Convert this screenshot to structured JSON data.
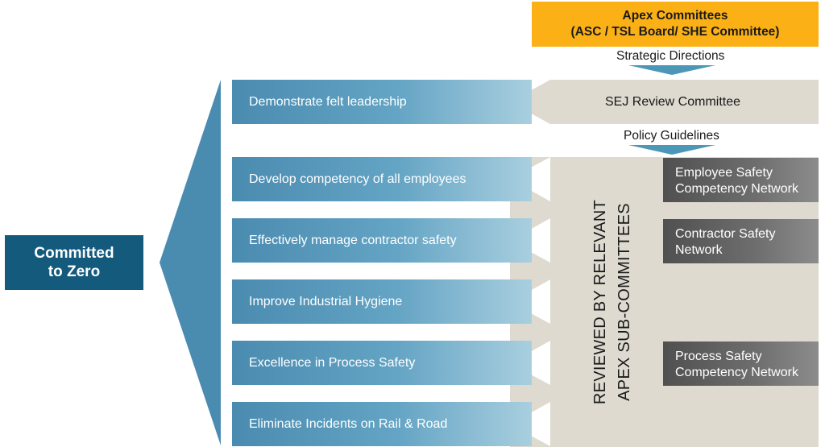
{
  "apex": {
    "title_line1": "Apex Committees",
    "title_line2": "(ASC / TSL Board/ SHE Committee)"
  },
  "flow": {
    "strategic_directions": "Strategic Directions",
    "sej_review_committee": "SEJ Review Committee",
    "policy_guidelines": "Policy Guidelines"
  },
  "hub": {
    "line1": "Committed",
    "line2": "to Zero"
  },
  "goals": [
    "Demonstrate felt leadership",
    "Develop competency of all employees",
    "Effectively manage contractor safety",
    "Improve Industrial Hygiene",
    "Excellence in Process Safety",
    "Eliminate Incidents on Rail & Road"
  ],
  "review": {
    "line1": "REVIEWED BY RELEVANT",
    "line2": "APEX SUB-COMMITTEES"
  },
  "networks": [
    {
      "line1": "Employee Safety",
      "line2": "Competency Network"
    },
    {
      "line1": "Contractor Safety",
      "line2": "Network"
    },
    {
      "line1": "Process Safety",
      "line2": "Competency Network"
    }
  ],
  "colors": {
    "apex": "#fbb116",
    "hub": "#145a7d",
    "band": "#4a8bb0",
    "panel": "#dedad0",
    "network": "#5e5e5e"
  }
}
